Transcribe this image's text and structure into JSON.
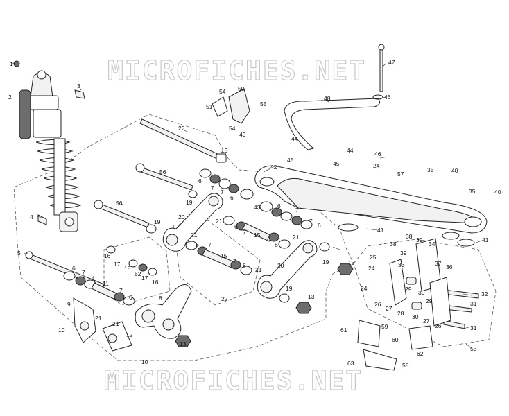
{
  "watermark": "MICROFICHES.NET",
  "callouts": {
    "c1": "1",
    "c2": "2",
    "c3": "3",
    "c4": "4",
    "c5": "5",
    "c6": "6",
    "c7": "7",
    "c8": "8",
    "c9": "9",
    "c10": "10",
    "c11": "11",
    "c12": "12",
    "c13": "13",
    "c15": "15",
    "c16": "16",
    "c17": "17",
    "c18": "18",
    "c19": "19",
    "c20": "20",
    "c21": "21",
    "c22": "22",
    "c23": "23",
    "c24": "24",
    "c25": "25",
    "c26": "26",
    "c27": "27",
    "c28": "28",
    "c29": "29",
    "c30": "30",
    "c31": "31",
    "c32": "32",
    "c33": "33",
    "c34": "34",
    "c35": "35",
    "c36": "36",
    "c37": "37",
    "c38": "38",
    "c39": "39",
    "c40": "40",
    "c41": "41",
    "c42": "42",
    "c43": "43",
    "c44": "44",
    "c45": "45",
    "c46": "46",
    "c47": "47",
    "c48": "48",
    "c49": "49",
    "c50": "50",
    "c51": "51",
    "c52": "52",
    "c53": "53",
    "c54": "54",
    "c55": "55",
    "c56": "56",
    "c57": "57",
    "c58": "58",
    "c59": "59",
    "c60": "60",
    "c61": "61",
    "c62": "62",
    "c63": "63"
  }
}
